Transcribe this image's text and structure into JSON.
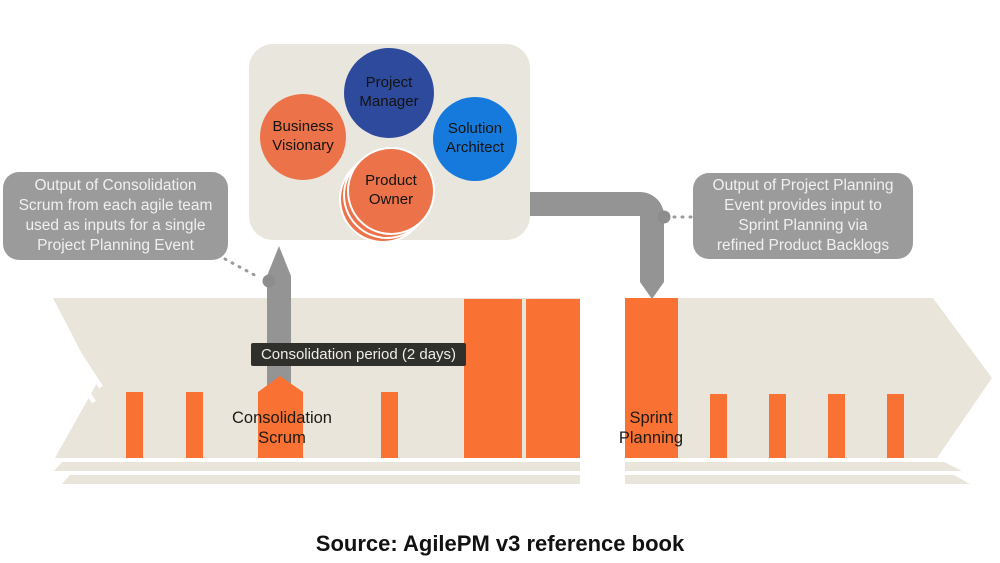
{
  "colors": {
    "white": "#ffffff",
    "band_beige": "#e9e5db",
    "box_beige": "#e9e6dd",
    "bar_orange": "#f97233",
    "circle_orange": "#ec7249",
    "circle_dark_blue": "#2e4a9c",
    "circle_blue": "#157adc",
    "connector_gray": "#949494",
    "marker_gray": "#8d8d8d",
    "callout_gray": "#9b9b9b",
    "callout_text": "#f0f0f0",
    "badge_bg": "#2f2f2b",
    "badge_text": "#efedea"
  },
  "team_box": {
    "roles": [
      {
        "label": "Project\nManager"
      },
      {
        "label": "Business\nVisionary"
      },
      {
        "label": "Solution\nArchitect"
      },
      {
        "label": "Product\nOwner"
      }
    ]
  },
  "callouts": {
    "left": {
      "text": "Output of Consolidation\nScrum from each agile team\nused as inputs for a single\nProject Planning Event"
    },
    "right": {
      "text": "Output of Project Planning\nEvent provides input to\nSprint Planning via\nrefined Product Backlogs"
    }
  },
  "timeline": {
    "consolidation_badge": "Consolidation period (2 days)",
    "consolidation_scrum_label": "Consolidation\nScrum",
    "sprint_planning_label": "Sprint\nPlanning"
  },
  "source_caption": "Source: AgilePM v3 reference book"
}
